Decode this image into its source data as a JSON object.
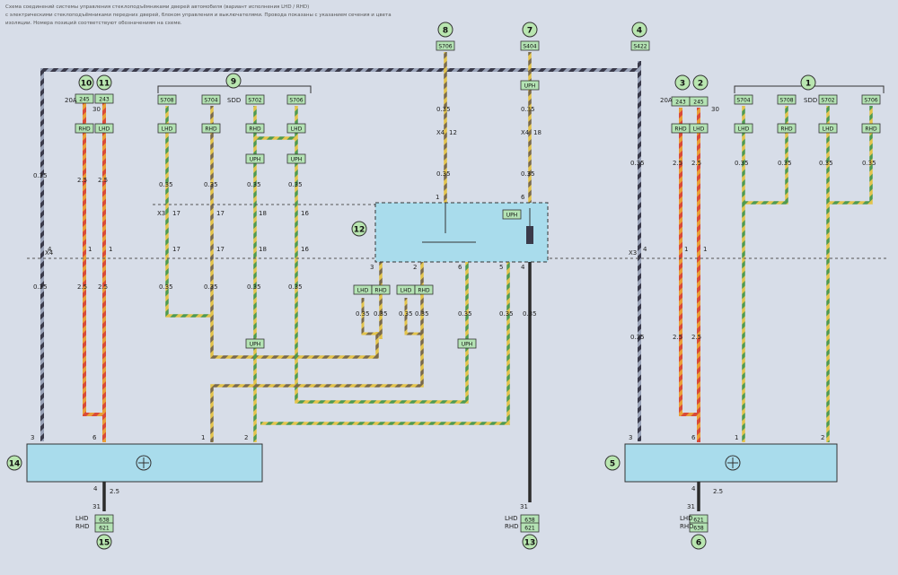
{
  "header": {
    "lines": [
      "Схема соединений системы управления стеклоподъёмниками дверей автомобиля (вариант исполнения LHD / RHD)",
      "с электрическими стеклоподъёмниками передних дверей, блоком управления и выключателями. Провода показаны с указанием сечения и цвета",
      "изоляции. Номера позиций соответствуют обозначениям на схеме."
    ]
  },
  "colors": {
    "background": "#d7dde8",
    "module": "#a9dcec",
    "tag": "#b4e3b4",
    "circle": "#b9e6b0",
    "dark_wire": "#2b2b2b"
  },
  "circles": [
    {
      "id": "c1",
      "label": "1"
    },
    {
      "id": "c2",
      "label": "2"
    },
    {
      "id": "c3",
      "label": "3"
    },
    {
      "id": "c4",
      "label": "4"
    },
    {
      "id": "c5",
      "label": "5"
    },
    {
      "id": "c6",
      "label": "6"
    },
    {
      "id": "c7",
      "label": "7"
    },
    {
      "id": "c8",
      "label": "8"
    },
    {
      "id": "c9",
      "label": "9"
    },
    {
      "id": "c10",
      "label": "10"
    },
    {
      "id": "c11",
      "label": "11"
    },
    {
      "id": "c12",
      "label": "12"
    },
    {
      "id": "c13",
      "label": "13"
    },
    {
      "id": "c14",
      "label": "14"
    },
    {
      "id": "c15",
      "label": "15"
    }
  ],
  "tags": [
    {
      "id": "t_s706",
      "label": "S706"
    },
    {
      "id": "t_s404",
      "label": "S404"
    },
    {
      "id": "t_s422",
      "label": "S422"
    },
    {
      "id": "t_uph1",
      "label": "UPH"
    },
    {
      "id": "t_l245",
      "label": "245"
    },
    {
      "id": "t_l243",
      "label": "243"
    },
    {
      "id": "t_ls708",
      "label": "S708"
    },
    {
      "id": "t_ls704",
      "label": "S704"
    },
    {
      "id": "t_ls702",
      "label": "S702"
    },
    {
      "id": "t_ls706",
      "label": "S706"
    },
    {
      "id": "t_lrhd1",
      "label": "RHD"
    },
    {
      "id": "t_llhd1",
      "label": "LHD"
    },
    {
      "id": "t_llhd2",
      "label": "LHD"
    },
    {
      "id": "t_lrhd2",
      "label": "RHD"
    },
    {
      "id": "t_lrhd3",
      "label": "RHD"
    },
    {
      "id": "t_llhd3",
      "label": "LHD"
    },
    {
      "id": "t_luph1",
      "label": "UPH"
    },
    {
      "id": "t_luph2",
      "label": "UPH"
    },
    {
      "id": "t_luph3",
      "label": "UPH"
    },
    {
      "id": "t_r243",
      "label": "243"
    },
    {
      "id": "t_r245",
      "label": "245"
    },
    {
      "id": "t_rs704",
      "label": "S704"
    },
    {
      "id": "t_rs708",
      "label": "S708"
    },
    {
      "id": "t_rs702",
      "label": "S702"
    },
    {
      "id": "t_rs706",
      "label": "S706"
    },
    {
      "id": "t_rrhd1",
      "label": "RHD"
    },
    {
      "id": "t_rlhd1",
      "label": "LHD"
    },
    {
      "id": "t_rlhd2",
      "label": "LHD"
    },
    {
      "id": "t_rrhd2",
      "label": "RHD"
    },
    {
      "id": "t_rlhd3",
      "label": "LHD"
    },
    {
      "id": "t_rrhd3",
      "label": "RHD"
    },
    {
      "id": "t_mlhd1",
      "label": "LHD"
    },
    {
      "id": "t_mrhd1",
      "label": "RHD"
    },
    {
      "id": "t_mlhd2",
      "label": "LHD"
    },
    {
      "id": "t_mrhd2",
      "label": "RHD"
    },
    {
      "id": "t_muph",
      "label": "UPH"
    },
    {
      "id": "t_m12uph",
      "label": "UPH"
    },
    {
      "id": "t_b1_638",
      "label": "638"
    },
    {
      "id": "t_b1_621",
      "label": "621"
    },
    {
      "id": "t_b2_638",
      "label": "638"
    },
    {
      "id": "t_b2_621",
      "label": "621"
    },
    {
      "id": "t_b3_621",
      "label": "621"
    },
    {
      "id": "t_b3_638",
      "label": "638"
    }
  ],
  "labels": {
    "sdd_left": "SDD",
    "sdd_right": "SDD",
    "a20_left": "20A",
    "a30_left": "30",
    "a20_right": "20A",
    "a30_right": "30",
    "x3": "X3",
    "x4": "X4",
    "n031": "31",
    "lhd": "LHD",
    "rhd": "RHD",
    "w035": "0.35",
    "w25": "2.5",
    "p1": "1",
    "p2": "2",
    "p3": "3",
    "p4": "4",
    "p5": "5",
    "p6": "6",
    "p12": "12",
    "p16": "16",
    "p17": "17",
    "p18": "18"
  }
}
